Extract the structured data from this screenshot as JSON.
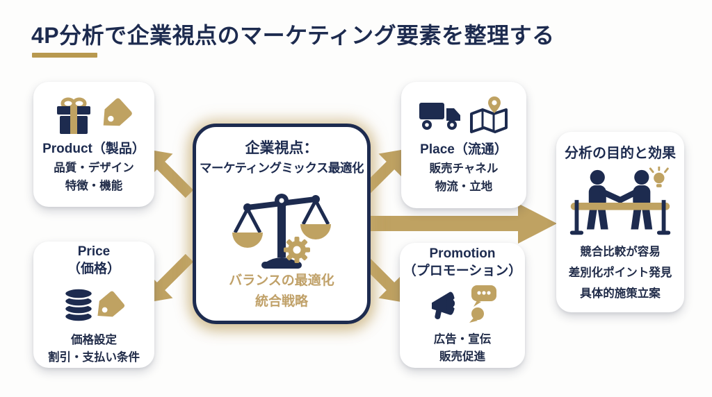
{
  "title": "4P分析で企業視点のマーケティング要素を整理する",
  "colors": {
    "navy": "#1d2b4f",
    "gold": "#bfa262",
    "gold_text": "#c0a169",
    "underline": "#b8994f",
    "background": "#fdfdfc",
    "card_background": "#ffffff"
  },
  "center": {
    "title_line1": "企業視点：",
    "title_line2": "マーケティングミックス最適化",
    "caption_line1": "バランスの最適化",
    "caption_line2": "統合戦略",
    "icon": "balance-scale-gear-icon"
  },
  "boxes": {
    "product": {
      "title": "Product（製品）",
      "lines": [
        "品質・デザイン",
        "特徴・機能"
      ],
      "icons": [
        "gift-icon",
        "price-tag-icon"
      ]
    },
    "place": {
      "title": "Place（流通）",
      "lines": [
        "販売チャネル",
        "物流・立地"
      ],
      "icons": [
        "truck-icon",
        "map-pin-icon"
      ]
    },
    "price": {
      "title_line1": "Price",
      "title_line2": "（価格）",
      "lines": [
        "価格設定",
        "割引・支払い条件"
      ],
      "icons": [
        "coins-icon",
        "price-tag-icon"
      ]
    },
    "promotion": {
      "title_line1": "Promotion",
      "title_line2": "（プロモーション）",
      "lines": [
        "広告・宣伝",
        "販売促進"
      ],
      "icons": [
        "megaphone-icon",
        "speech-bubbles-icon"
      ]
    }
  },
  "outcome": {
    "title": "分析の目的と効果",
    "lines": [
      "競合比較が容易",
      "差別化ポイント発見",
      "具体的施策立案"
    ],
    "icon": "handshake-competition-icon"
  }
}
